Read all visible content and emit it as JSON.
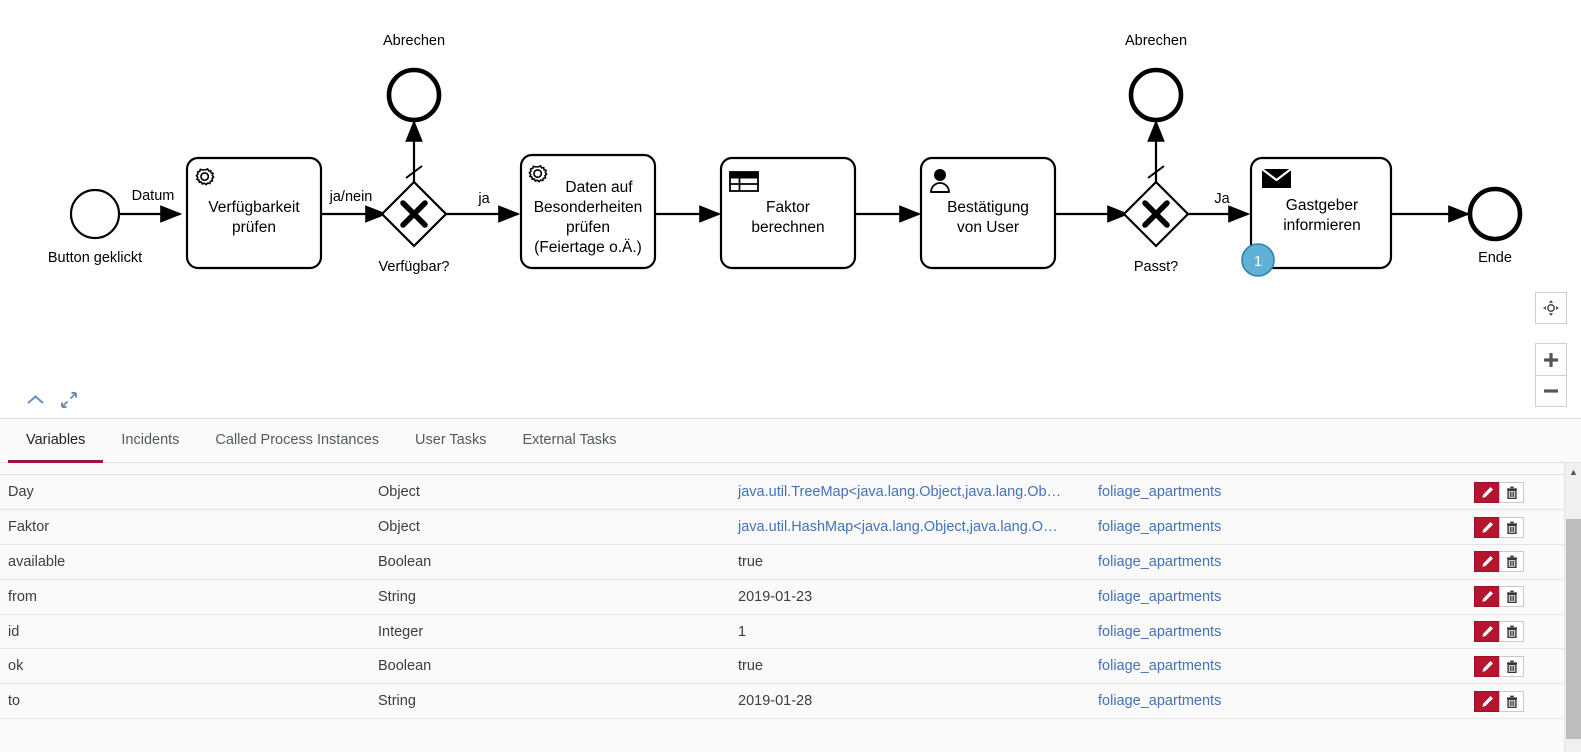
{
  "diagram": {
    "title": "BPMN process diagram",
    "events": [
      {
        "id": "start",
        "type": "start-event",
        "label": "Button geklickt"
      },
      {
        "id": "end-abrechen-1",
        "type": "end-event",
        "label": "Abrechen"
      },
      {
        "id": "end-abrechen-2",
        "type": "end-event",
        "label": "Abrechen"
      },
      {
        "id": "end",
        "type": "end-event",
        "label": "Ende"
      }
    ],
    "tasks": [
      {
        "id": "task-verfuegbarkeit",
        "type": "service-task",
        "icon": "gear-icon",
        "lines": [
          "Verfügbarkeit",
          "prüfen"
        ]
      },
      {
        "id": "task-besonderheiten",
        "type": "service-task",
        "icon": "gear-icon",
        "lines": [
          "Daten auf",
          "Besonderheiten",
          "prüfen",
          "(Feiertage o.Ä.)"
        ]
      },
      {
        "id": "task-faktor",
        "type": "business-rule-task",
        "icon": "table-icon",
        "lines": [
          "Faktor",
          "berechnen"
        ]
      },
      {
        "id": "task-bestaetigung",
        "type": "user-task",
        "icon": "user-icon",
        "lines": [
          "Bestätigung",
          "von User"
        ]
      },
      {
        "id": "task-gastgeber",
        "type": "send-task",
        "icon": "envelope-icon",
        "lines": [
          "Gastgeber",
          "informieren"
        ],
        "token_badge": "1"
      }
    ],
    "gateways": [
      {
        "id": "gw-verfuegbar",
        "type": "exclusive-gateway",
        "label": "Verfügbar?"
      },
      {
        "id": "gw-passt",
        "type": "exclusive-gateway",
        "label": "Passt?"
      }
    ],
    "flow_labels": [
      "Datum",
      "ja/nein",
      "ja",
      "Ja"
    ],
    "token_badge_color": "#61b0d6"
  },
  "zoom_controls": {
    "reset_label": "reset-zoom",
    "zoom_in_label": "+",
    "zoom_out_label": "−"
  },
  "pane_toggles": {
    "collapse_label": "collapse-panel",
    "expand_label": "expand-panel"
  },
  "tabs": [
    {
      "label": "Variables",
      "active": true
    },
    {
      "label": "Incidents",
      "active": false
    },
    {
      "label": "Called Process Instances",
      "active": false
    },
    {
      "label": "User Tasks",
      "active": false
    },
    {
      "label": "External Tasks",
      "active": false
    }
  ],
  "variables_table": {
    "rows": [
      {
        "name": "Day",
        "type": "Object",
        "value": "java.util.TreeMap<java.lang.Object,java.lang.Ob…",
        "value_is_link": true,
        "scope": "foliage_apartments"
      },
      {
        "name": "Faktor",
        "type": "Object",
        "value": "java.util.HashMap<java.lang.Object,java.lang.O…",
        "value_is_link": true,
        "scope": "foliage_apartments"
      },
      {
        "name": "available",
        "type": "Boolean",
        "value": "true",
        "value_is_link": false,
        "scope": "foliage_apartments"
      },
      {
        "name": "from",
        "type": "String",
        "value": "2019-01-23",
        "value_is_link": false,
        "scope": "foliage_apartments"
      },
      {
        "name": "id",
        "type": "Integer",
        "value": "1",
        "value_is_link": false,
        "scope": "foliage_apartments"
      },
      {
        "name": "ok",
        "type": "Boolean",
        "value": "true",
        "value_is_link": false,
        "scope": "foliage_apartments"
      },
      {
        "name": "to",
        "type": "String",
        "value": "2019-01-28",
        "value_is_link": false,
        "scope": "foliage_apartments"
      }
    ],
    "edit_button_label": "edit",
    "delete_button_label": "delete",
    "edit_button_color": "#b5152e",
    "link_color": "#4472b8"
  },
  "accent_color": "#a4123f"
}
